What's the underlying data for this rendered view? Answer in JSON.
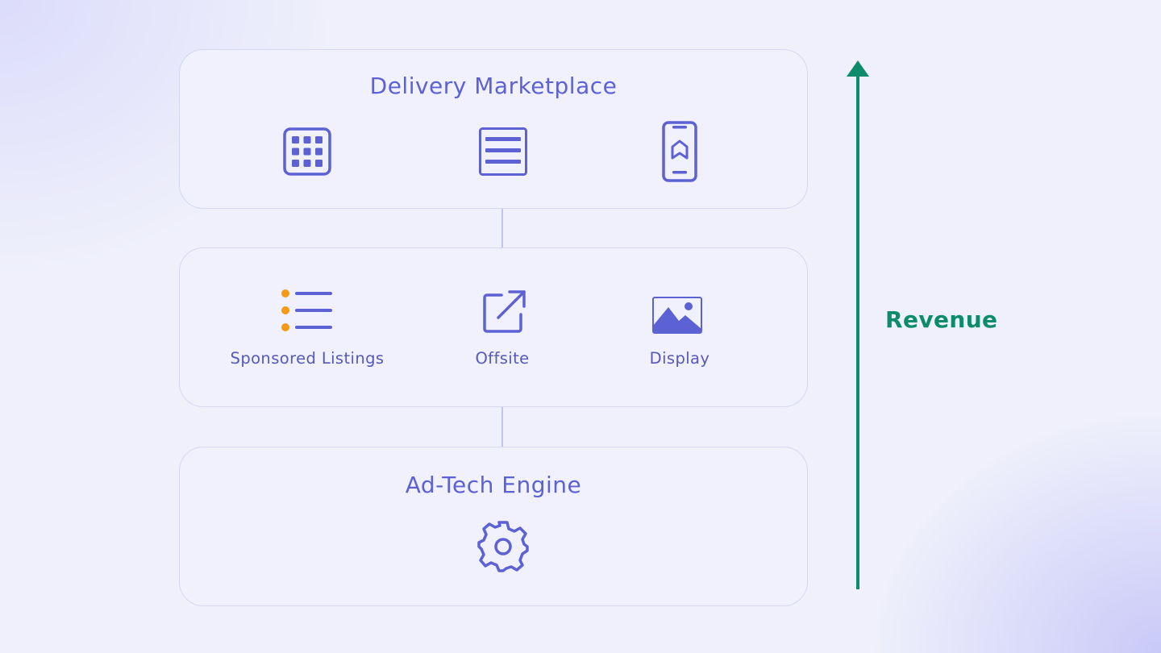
{
  "layers": {
    "top": {
      "title": "Delivery Marketplace",
      "icons": [
        "grid-icon",
        "document-icon",
        "smartphone-icon"
      ]
    },
    "middle": {
      "items": [
        {
          "label": "Sponsored Listings",
          "icon": "list-icon"
        },
        {
          "label": "Offsite",
          "icon": "external-link-icon"
        },
        {
          "label": "Display",
          "icon": "image-icon"
        }
      ]
    },
    "bottom": {
      "title": "Ad-Tech Engine",
      "icon": "gear-icon"
    }
  },
  "arrow": {
    "label": "Revenue",
    "color": "#0d8c6c"
  },
  "colors": {
    "icon": "#5c61d4",
    "text": "#5558bd",
    "accent_dot": "#f39a16",
    "panel_border": "#d6d8f2",
    "background": "#eff0fb"
  }
}
